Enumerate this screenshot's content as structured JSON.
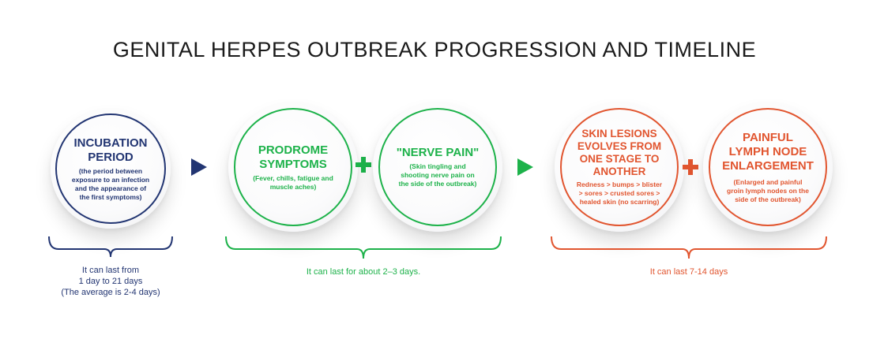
{
  "title": "GENITAL HERPES OUTBREAK PROGRESSION AND TIMELINE",
  "colors": {
    "incubation": "#223572",
    "prodrome": "#1db24a",
    "lesions": "#e1552f",
    "title": "#1a1a1a"
  },
  "stages": [
    {
      "title_lines": [
        "INCUBATION",
        "PERIOD"
      ],
      "subtitle_lines": [
        "(the period between",
        "exposure to an infection",
        "and the appearance of",
        "the first symptoms)"
      ],
      "color": "navy"
    },
    {
      "title_lines": [
        "PRODROME",
        "SYMPTOMS"
      ],
      "subtitle_lines": [
        "(Fever, chills, fatigue and",
        "muscle aches)"
      ],
      "color": "green"
    },
    {
      "title_lines": [
        "\"NERVE PAIN\""
      ],
      "subtitle_lines": [
        "(Skin tingling and",
        "shooting nerve pain on",
        "the side of the outbreak)"
      ],
      "color": "green"
    },
    {
      "title_lines": [
        "SKIN LESIONS",
        "EVOLVES FROM",
        "ONE STAGE TO",
        "ANOTHER"
      ],
      "subtitle_lines": [
        "Redness > bumps > blister",
        "> sores > crusted sores >",
        "healed skin (no scarring)"
      ],
      "color": "orange"
    },
    {
      "title_lines": [
        "PAINFUL",
        "LYMPH NODE",
        "ENLARGEMENT"
      ],
      "subtitle_lines": [
        "(Enlarged and painful",
        "groin lymph nodes on the",
        "side of the outbreak)"
      ],
      "color": "orange"
    }
  ],
  "connectors": {
    "arrow_1": "triangle-right",
    "plus_1": "+",
    "arrow_2": "triangle-right",
    "plus_2": "+"
  },
  "durations": [
    {
      "lines": [
        "It can last from",
        "1 day to 21 days",
        "(The average is 2-4 days)"
      ],
      "color": "navy"
    },
    {
      "lines": [
        "It can last for about 2–3 days."
      ],
      "color": "green"
    },
    {
      "lines": [
        "It can last 7-14 days"
      ],
      "color": "orange"
    }
  ]
}
